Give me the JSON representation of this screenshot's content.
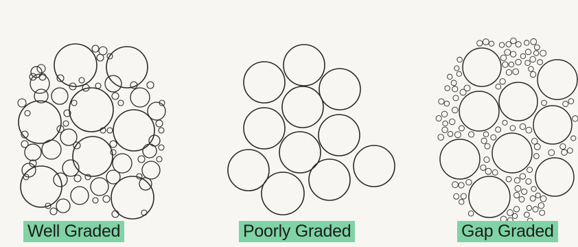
{
  "panels": [
    {
      "key": "well",
      "label": "Well Graded"
    },
    {
      "key": "poorly",
      "label": "Poorly Graded"
    },
    {
      "key": "gap",
      "label": "Gap Graded"
    }
  ],
  "colors": {
    "label_highlight": "#7fd3a4",
    "outline": "#2a2a2a",
    "background": "#f7f6f3"
  }
}
